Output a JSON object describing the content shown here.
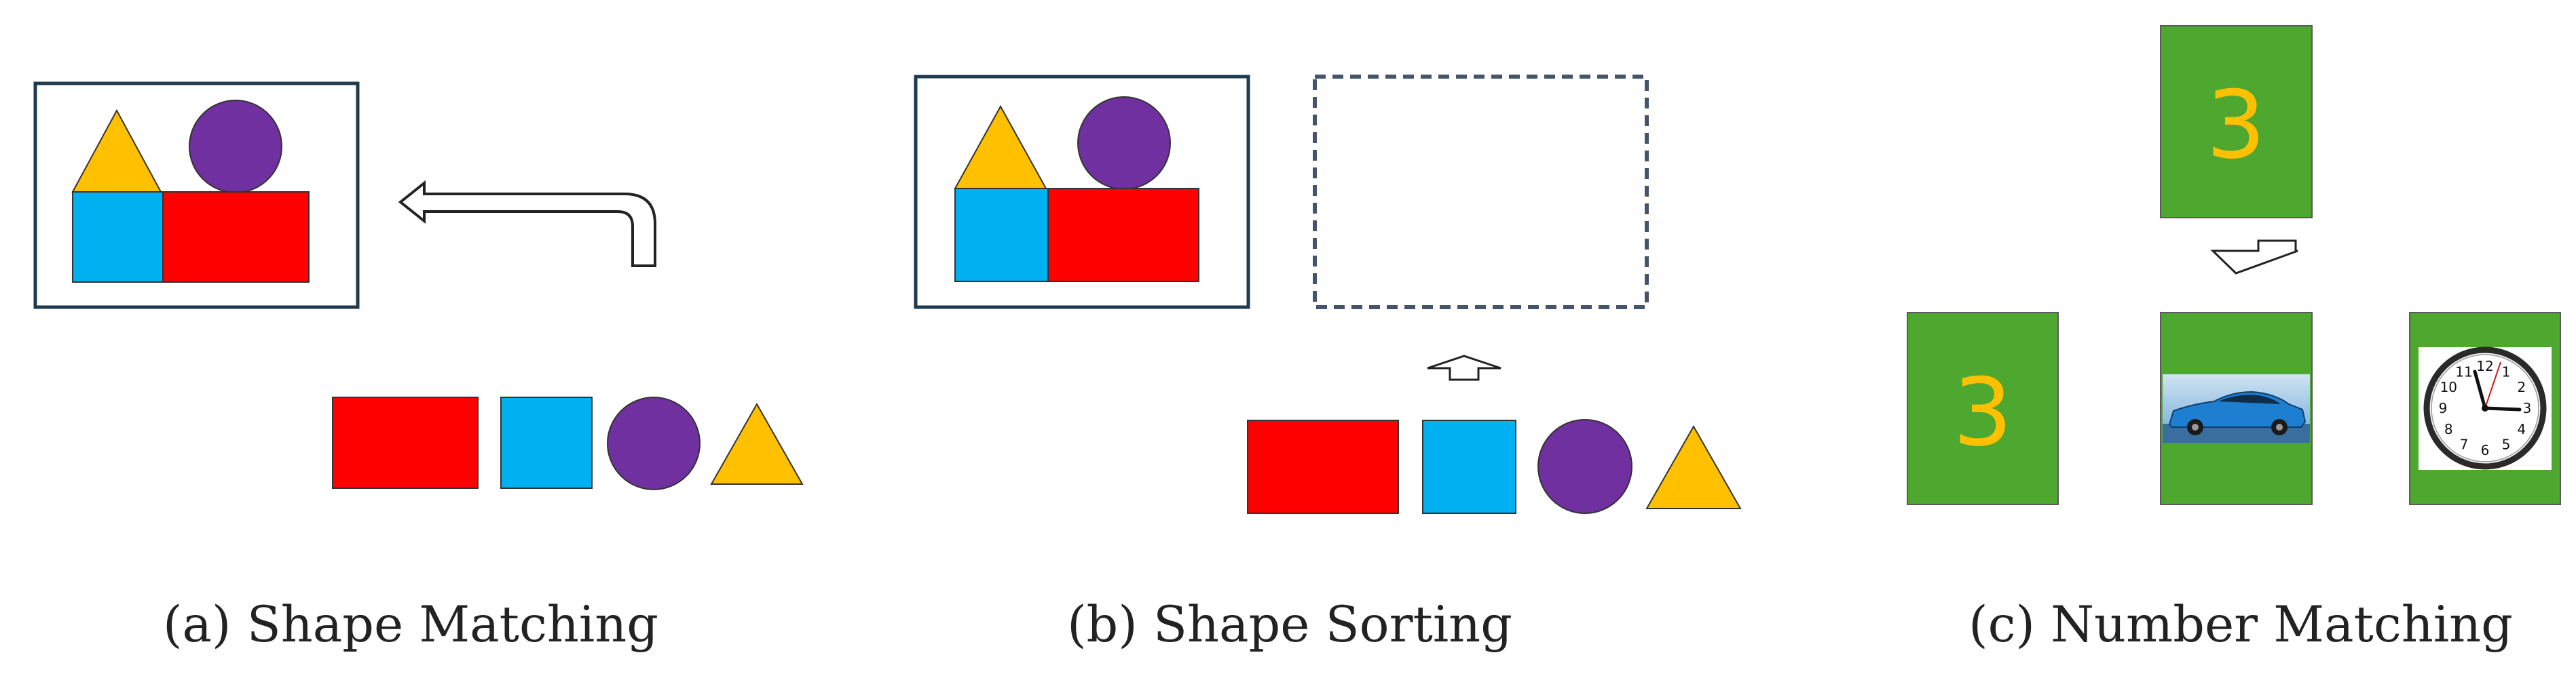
{
  "colors": {
    "red": "#FF0000",
    "blue": "#00B0F0",
    "purple": "#7030A0",
    "yellow": "#FFC000",
    "card_green": "#4EA72E",
    "digit_yellow": "#FFC000",
    "outline": "#1F3A4D",
    "dashed": "#44546A"
  },
  "panels": [
    {
      "id": "a",
      "caption": "(a) Shape Matching",
      "shapes": [
        "rectangle",
        "square",
        "circle",
        "triangle"
      ],
      "arrow": "hook-arrow-left"
    },
    {
      "id": "b",
      "caption": "(b) Shape Sorting",
      "shapes": [
        "rectangle",
        "square",
        "circle",
        "triangle"
      ],
      "arrow": "arrow-up"
    },
    {
      "id": "c",
      "caption": "(c) Number Matching",
      "target_card": {
        "digit": "3"
      },
      "arrow": "arrow-down",
      "choices": [
        {
          "kind": "digit",
          "digit": "3"
        },
        {
          "kind": "image",
          "icon": "car-photo-icon"
        },
        {
          "kind": "image",
          "icon": "clock-icon"
        }
      ],
      "clock_numbers": [
        "12",
        "1",
        "2",
        "3",
        "4",
        "5",
        "6",
        "7",
        "8",
        "9",
        "10",
        "11"
      ]
    }
  ]
}
